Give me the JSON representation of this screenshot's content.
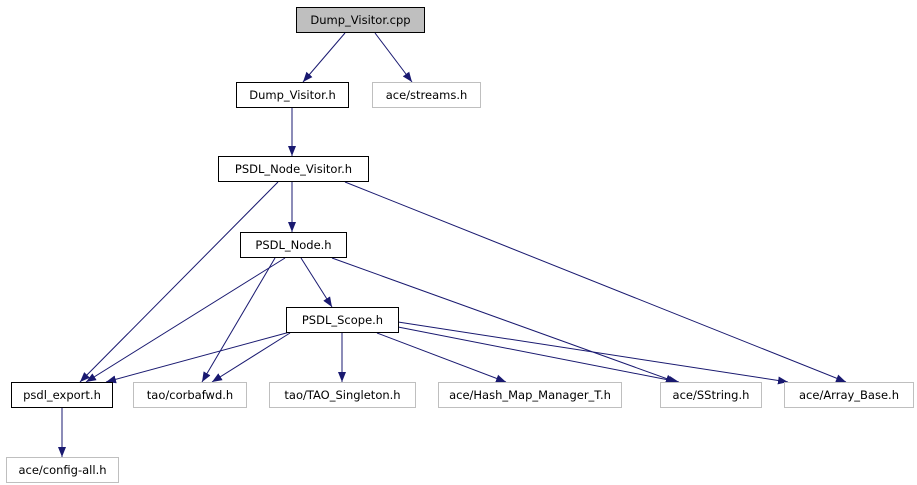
{
  "colors": {
    "edge": "#191970",
    "root_fill": "#bfbfbf",
    "border_dark": "#000000",
    "border_light": "#bfbfbf",
    "text": "#000000"
  },
  "nodes": [
    {
      "id": "dump_visitor_cpp",
      "label": "Dump_Visitor.cpp",
      "style": "root"
    },
    {
      "id": "dump_visitor_h",
      "label": "Dump_Visitor.h",
      "style": "dark"
    },
    {
      "id": "ace_streams_h",
      "label": "ace/streams.h",
      "style": "light"
    },
    {
      "id": "psdl_node_visitor_h",
      "label": "PSDL_Node_Visitor.h",
      "style": "dark"
    },
    {
      "id": "psdl_node_h",
      "label": "PSDL_Node.h",
      "style": "dark"
    },
    {
      "id": "psdl_scope_h",
      "label": "PSDL_Scope.h",
      "style": "dark"
    },
    {
      "id": "psdl_export_h",
      "label": "psdl_export.h",
      "style": "dark"
    },
    {
      "id": "tao_corbafwd_h",
      "label": "tao/corbafwd.h",
      "style": "light"
    },
    {
      "id": "tao_singleton_h",
      "label": "tao/TAO_Singleton.h",
      "style": "light"
    },
    {
      "id": "ace_hash_map_h",
      "label": "ace/Hash_Map_Manager_T.h",
      "style": "light"
    },
    {
      "id": "ace_sstring_h",
      "label": "ace/SString.h",
      "style": "light"
    },
    {
      "id": "ace_array_base_h",
      "label": "ace/Array_Base.h",
      "style": "light"
    },
    {
      "id": "ace_config_all_h",
      "label": "ace/config-all.h",
      "style": "light"
    }
  ],
  "edges": [
    {
      "from": "dump_visitor_cpp",
      "to": "dump_visitor_h"
    },
    {
      "from": "dump_visitor_cpp",
      "to": "ace_streams_h"
    },
    {
      "from": "dump_visitor_h",
      "to": "psdl_node_visitor_h"
    },
    {
      "from": "psdl_node_visitor_h",
      "to": "psdl_node_h"
    },
    {
      "from": "psdl_node_visitor_h",
      "to": "psdl_export_h"
    },
    {
      "from": "psdl_node_visitor_h",
      "to": "ace_array_base_h"
    },
    {
      "from": "psdl_node_h",
      "to": "psdl_scope_h"
    },
    {
      "from": "psdl_node_h",
      "to": "psdl_export_h"
    },
    {
      "from": "psdl_node_h",
      "to": "tao_corbafwd_h"
    },
    {
      "from": "psdl_node_h",
      "to": "ace_sstring_h"
    },
    {
      "from": "psdl_scope_h",
      "to": "psdl_export_h"
    },
    {
      "from": "psdl_scope_h",
      "to": "tao_corbafwd_h"
    },
    {
      "from": "psdl_scope_h",
      "to": "tao_singleton_h"
    },
    {
      "from": "psdl_scope_h",
      "to": "ace_hash_map_h"
    },
    {
      "from": "psdl_scope_h",
      "to": "ace_sstring_h"
    },
    {
      "from": "psdl_scope_h",
      "to": "ace_array_base_h"
    },
    {
      "from": "psdl_export_h",
      "to": "ace_config_all_h"
    }
  ]
}
